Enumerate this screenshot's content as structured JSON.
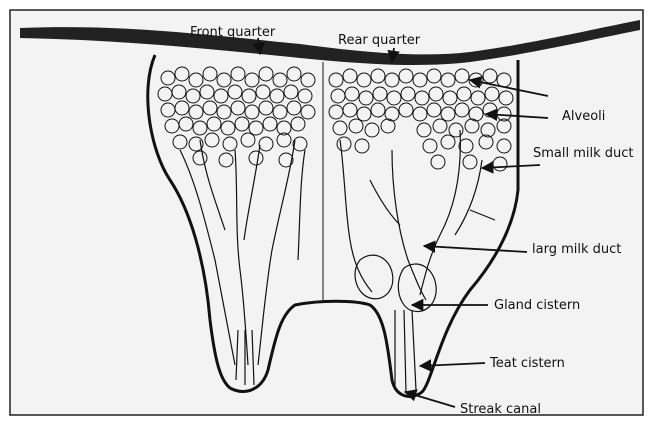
{
  "diagram": {
    "labels": {
      "front_quarter": "Front quarter",
      "rear_quarter": "Rear quarter",
      "alveoli": "Alveoli",
      "small_milk_duct": "Small milk duct",
      "large_milk_duct": "larg milk duct",
      "gland_cistern": "Gland cistern",
      "teat_cistern": "Teat cistern",
      "streak_canal": "Streak canal"
    },
    "colors": {
      "ink": "#111111",
      "paper": "#f3f3f3",
      "frame": "#222222",
      "background": "#ffffff"
    }
  }
}
